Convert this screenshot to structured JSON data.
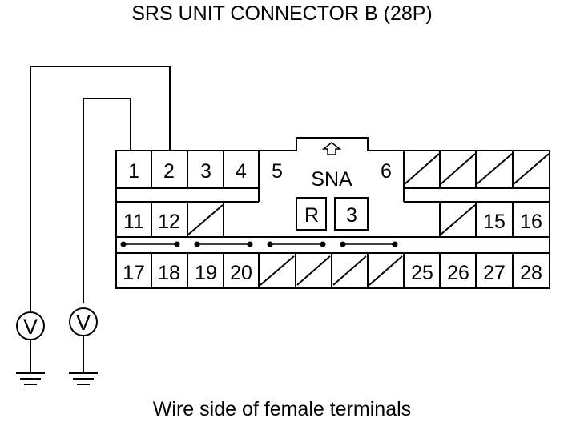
{
  "title": "SRS UNIT CONNECTOR B (28P)",
  "caption": "Wire side of female terminals",
  "connector": {
    "top_row_left": [
      "1",
      "2",
      "3",
      "4",
      "5"
    ],
    "key_label": "SNA",
    "top_row_right": [
      "6"
    ],
    "middle_row_left": [
      "11",
      "12"
    ],
    "middle_row_center": [
      "R",
      "3"
    ],
    "middle_row_right": [
      "15",
      "16"
    ],
    "bottom_row": [
      "17",
      "18",
      "19",
      "20",
      "25",
      "26",
      "27",
      "28"
    ]
  },
  "meter_symbol": "V",
  "colors": {
    "line": "#000000",
    "background": "#ffffff"
  }
}
